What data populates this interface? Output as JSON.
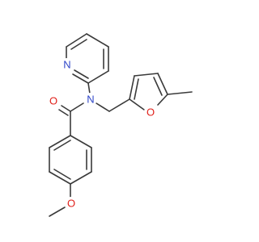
{
  "colors": {
    "bond": "#3a3a3a",
    "nitrogen": "#2f46c8",
    "oxygen": "#e0201a",
    "background": "#ffffff"
  },
  "atoms": {
    "pyridine_n": {
      "label": "N",
      "element": "nitrogen"
    },
    "amide_n": {
      "label": "N",
      "element": "nitrogen"
    },
    "carbonyl_o": {
      "label": "O",
      "element": "oxygen"
    },
    "furan_o": {
      "label": "O",
      "element": "oxygen"
    },
    "methoxy_o": {
      "label": "O",
      "element": "oxygen"
    }
  }
}
